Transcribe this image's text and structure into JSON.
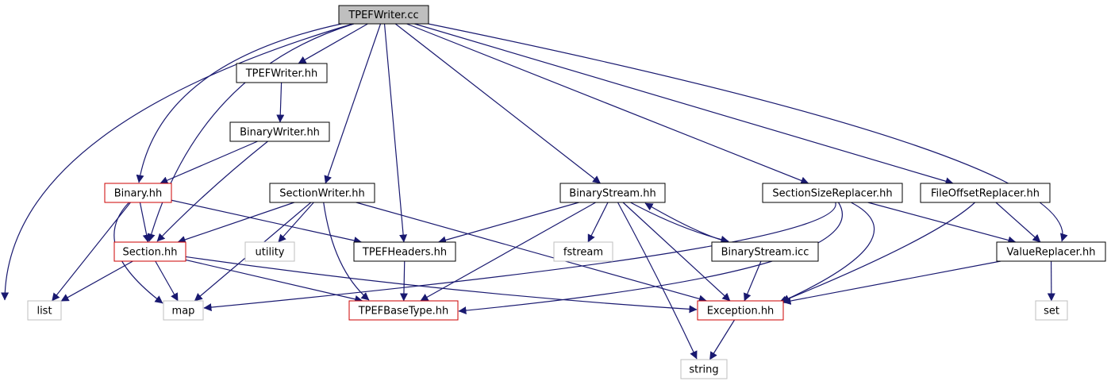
{
  "colors": {
    "edge": "#191970",
    "border_normal": "#000000",
    "border_error": "#cc0000",
    "border_system": "#bfbfbf",
    "root_fill": "#bfbfbf",
    "fill": "#ffffff"
  },
  "nodes": [
    {
      "id": "tpefwriter-cc",
      "label": "TPEFWriter.cc",
      "kind": "root"
    },
    {
      "id": "tpefwriter-hh",
      "label": "TPEFWriter.hh",
      "kind": "normal"
    },
    {
      "id": "binarywriter-hh",
      "label": "BinaryWriter.hh",
      "kind": "normal"
    },
    {
      "id": "binary-hh",
      "label": "Binary.hh",
      "kind": "error"
    },
    {
      "id": "sectionwriter-hh",
      "label": "SectionWriter.hh",
      "kind": "normal"
    },
    {
      "id": "binarystream-hh",
      "label": "BinaryStream.hh",
      "kind": "normal"
    },
    {
      "id": "sectionsizereplacer-hh",
      "label": "SectionSizeReplacer.hh",
      "kind": "normal"
    },
    {
      "id": "fileoffsetreplacer-hh",
      "label": "FileOffsetReplacer.hh",
      "kind": "normal"
    },
    {
      "id": "section-hh",
      "label": "Section.hh",
      "kind": "error"
    },
    {
      "id": "utility",
      "label": "utility",
      "kind": "system"
    },
    {
      "id": "tpefheaders-hh",
      "label": "TPEFHeaders.hh",
      "kind": "normal"
    },
    {
      "id": "fstream",
      "label": "fstream",
      "kind": "system"
    },
    {
      "id": "binarystream-icc",
      "label": "BinaryStream.icc",
      "kind": "normal"
    },
    {
      "id": "valuereplacer-hh",
      "label": "ValueReplacer.hh",
      "kind": "normal"
    },
    {
      "id": "list",
      "label": "list",
      "kind": "system"
    },
    {
      "id": "map",
      "label": "map",
      "kind": "system"
    },
    {
      "id": "tpefbasetype-hh",
      "label": "TPEFBaseType.hh",
      "kind": "error"
    },
    {
      "id": "exception-hh",
      "label": "Exception.hh",
      "kind": "error"
    },
    {
      "id": "set",
      "label": "set",
      "kind": "system"
    },
    {
      "id": "string",
      "label": "string",
      "kind": "system"
    }
  ],
  "edges": [
    [
      "tpefwriter-cc",
      "tpefwriter-hh"
    ],
    [
      "tpefwriter-cc",
      "binary-hh"
    ],
    [
      "tpefwriter-cc",
      "section-hh"
    ],
    [
      "tpefwriter-cc",
      "list"
    ],
    [
      "tpefwriter-cc",
      "sectionwriter-hh"
    ],
    [
      "tpefwriter-cc",
      "tpefheaders-hh"
    ],
    [
      "tpefwriter-cc",
      "binarystream-hh"
    ],
    [
      "tpefwriter-cc",
      "sectionsizereplacer-hh"
    ],
    [
      "tpefwriter-cc",
      "fileoffsetreplacer-hh"
    ],
    [
      "tpefwriter-cc",
      "valuereplacer-hh"
    ],
    [
      "tpefwriter-hh",
      "binarywriter-hh"
    ],
    [
      "binarywriter-hh",
      "binary-hh"
    ],
    [
      "binarywriter-hh",
      "section-hh"
    ],
    [
      "binary-hh",
      "section-hh"
    ],
    [
      "binary-hh",
      "list"
    ],
    [
      "binary-hh",
      "map"
    ],
    [
      "binary-hh",
      "tpefheaders-hh"
    ],
    [
      "sectionwriter-hh",
      "section-hh"
    ],
    [
      "sectionwriter-hh",
      "map"
    ],
    [
      "sectionwriter-hh",
      "utility"
    ],
    [
      "sectionwriter-hh",
      "tpefbasetype-hh"
    ],
    [
      "sectionwriter-hh",
      "exception-hh"
    ],
    [
      "section-hh",
      "list"
    ],
    [
      "section-hh",
      "map"
    ],
    [
      "section-hh",
      "tpefbasetype-hh"
    ],
    [
      "section-hh",
      "exception-hh"
    ],
    [
      "tpefheaders-hh",
      "tpefbasetype-hh"
    ],
    [
      "binarystream-hh",
      "tpefheaders-hh"
    ],
    [
      "binarystream-hh",
      "fstream"
    ],
    [
      "binarystream-hh",
      "binarystream-icc"
    ],
    [
      "binarystream-hh",
      "tpefbasetype-hh"
    ],
    [
      "binarystream-hh",
      "exception-hh"
    ],
    [
      "binarystream-hh",
      "string"
    ],
    [
      "binarystream-icc",
      "binarystream-hh"
    ],
    [
      "binarystream-icc",
      "exception-hh"
    ],
    [
      "sectionsizereplacer-hh",
      "map"
    ],
    [
      "sectionsizereplacer-hh",
      "tpefbasetype-hh"
    ],
    [
      "sectionsizereplacer-hh",
      "exception-hh"
    ],
    [
      "sectionsizereplacer-hh",
      "valuereplacer-hh"
    ],
    [
      "fileoffsetreplacer-hh",
      "valuereplacer-hh"
    ],
    [
      "fileoffsetreplacer-hh",
      "exception-hh"
    ],
    [
      "valuereplacer-hh",
      "exception-hh"
    ],
    [
      "valuereplacer-hh",
      "set"
    ],
    [
      "exception-hh",
      "string"
    ]
  ]
}
